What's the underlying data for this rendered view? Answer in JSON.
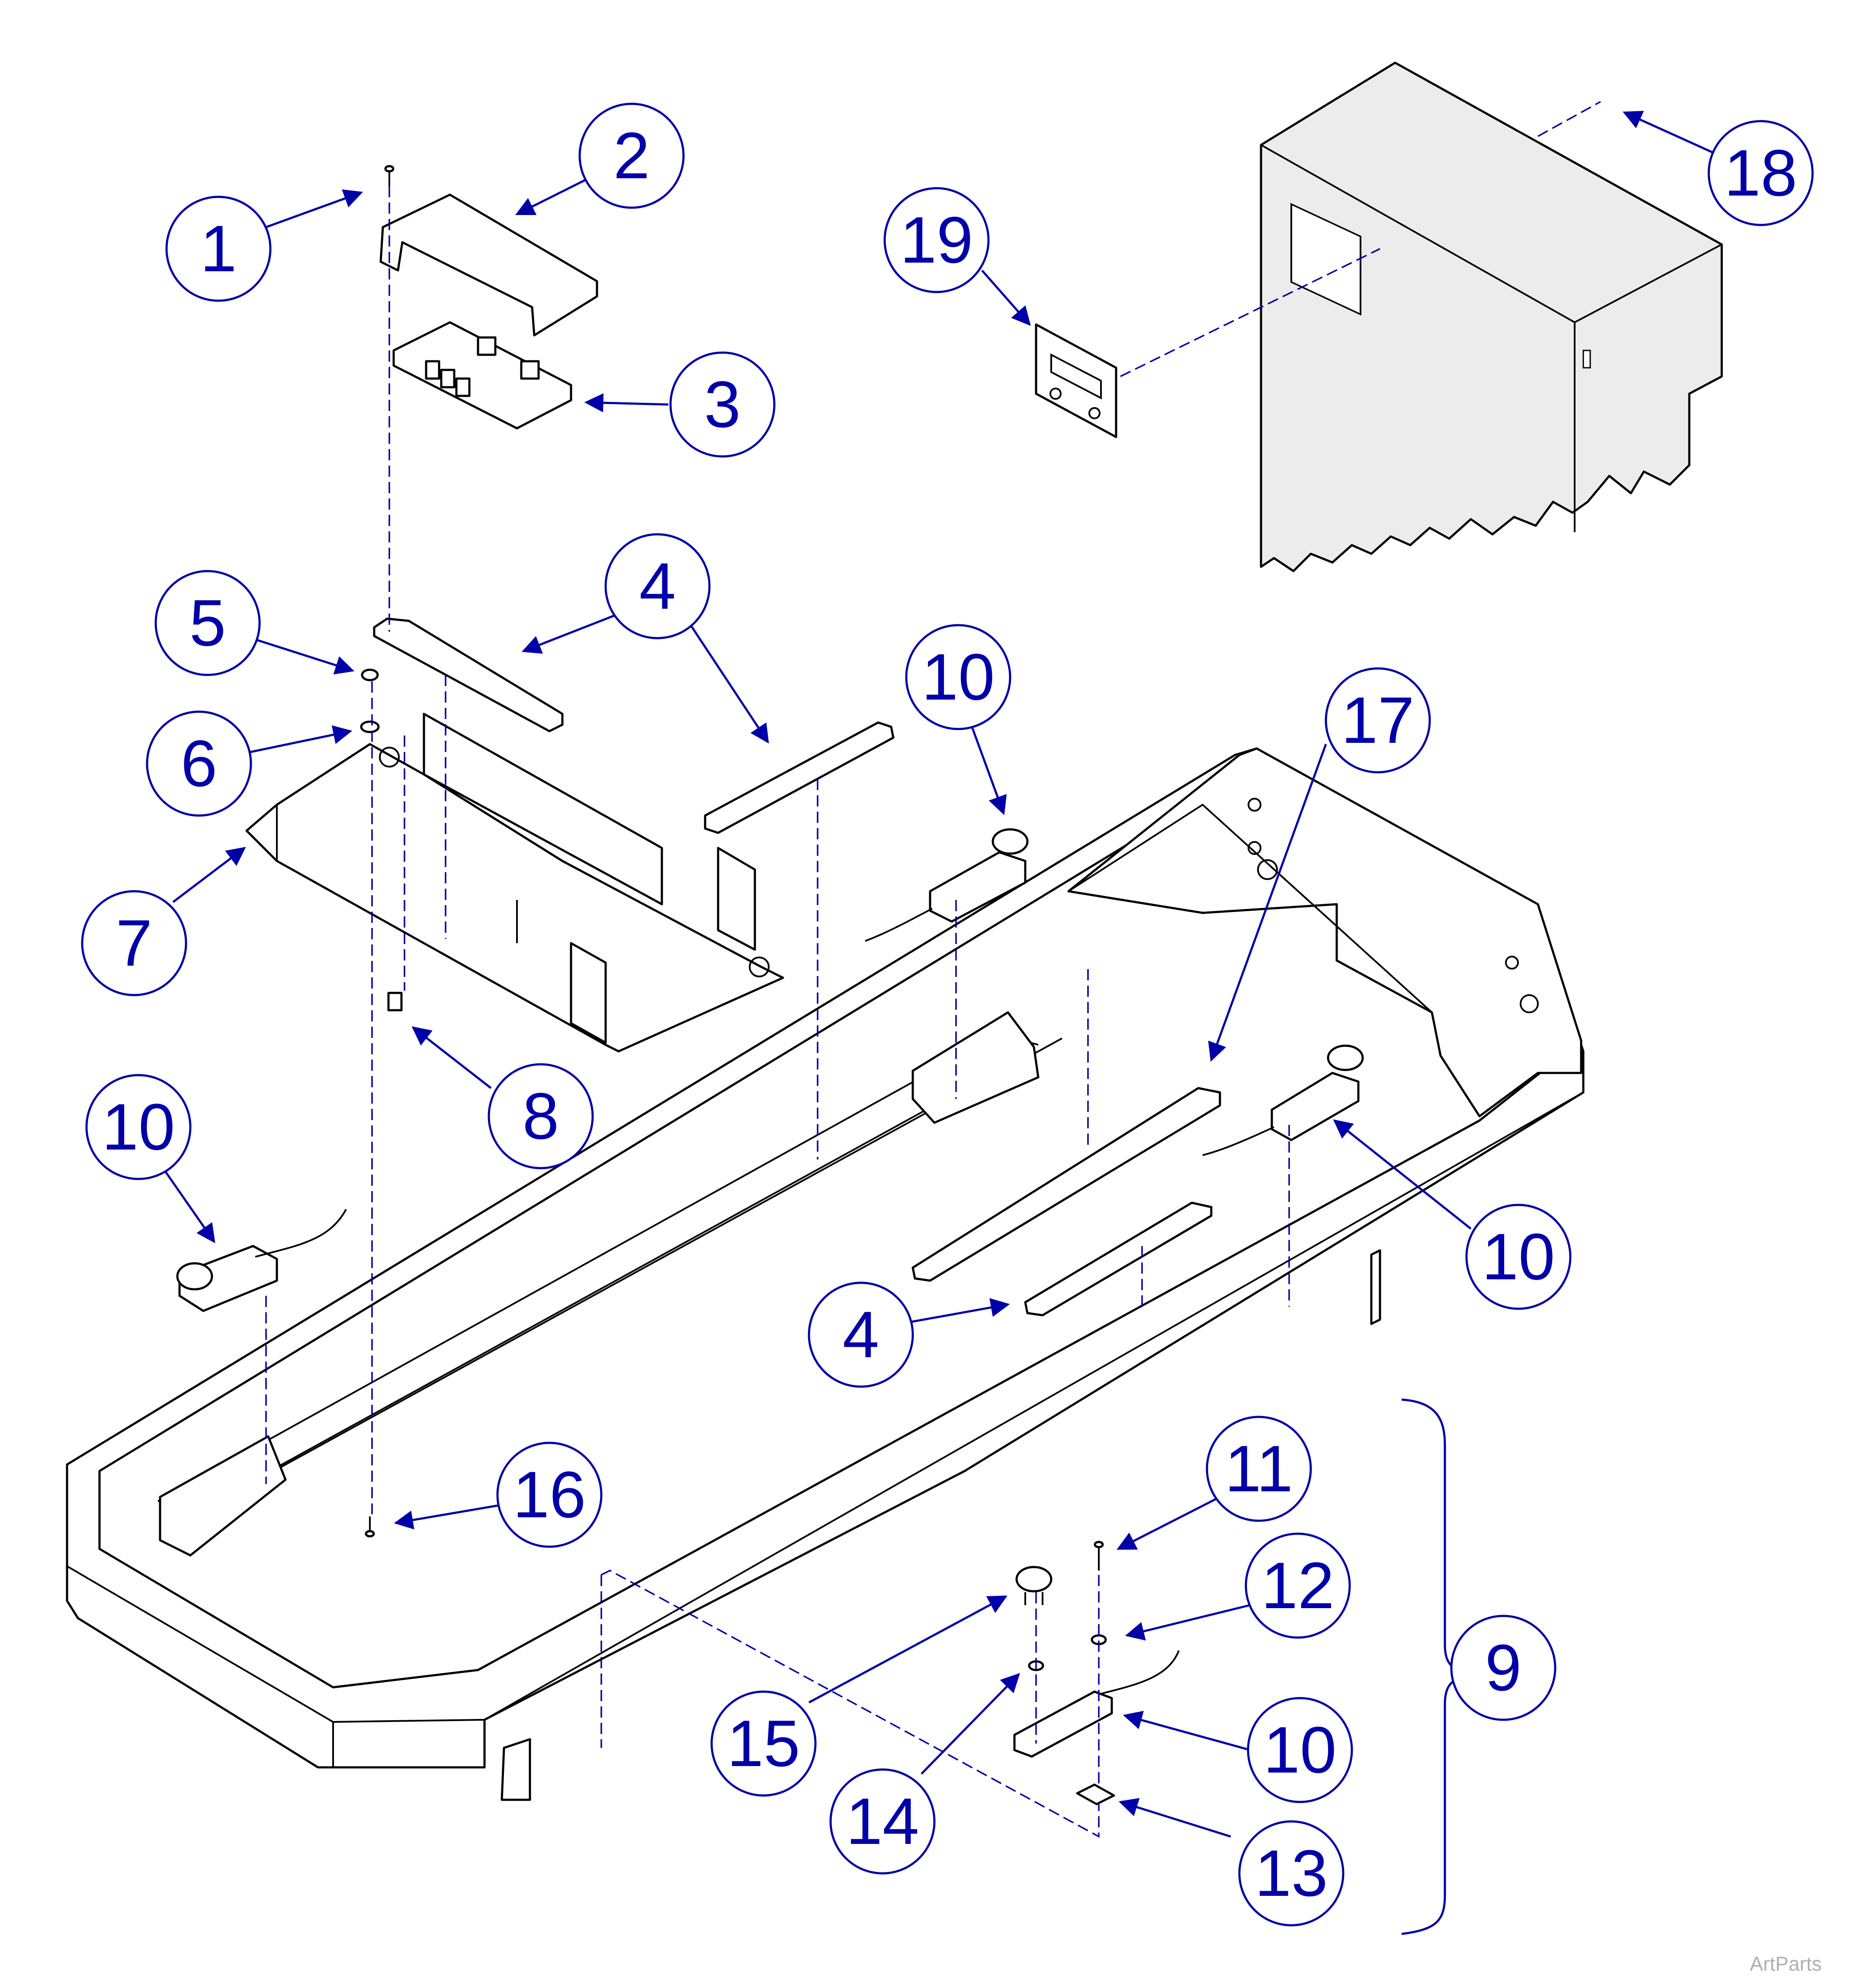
{
  "callouts": {
    "c1": "1",
    "c2": "2",
    "c3": "3",
    "c4a": "4",
    "c4b": "4",
    "c5": "5",
    "c6": "6",
    "c7": "7",
    "c8": "8",
    "c9": "9",
    "c10a": "10",
    "c10b": "10",
    "c10c": "10",
    "c10d": "10",
    "c11": "11",
    "c12": "12",
    "c13": "13",
    "c14": "14",
    "c15": "15",
    "c16": "16",
    "c17": "17",
    "c18": "18",
    "c19": "19"
  },
  "watermark": "ArtParts",
  "colors": {
    "callout": "#0000a8",
    "line_art": "#000000",
    "panel_fill": "#ececec"
  }
}
